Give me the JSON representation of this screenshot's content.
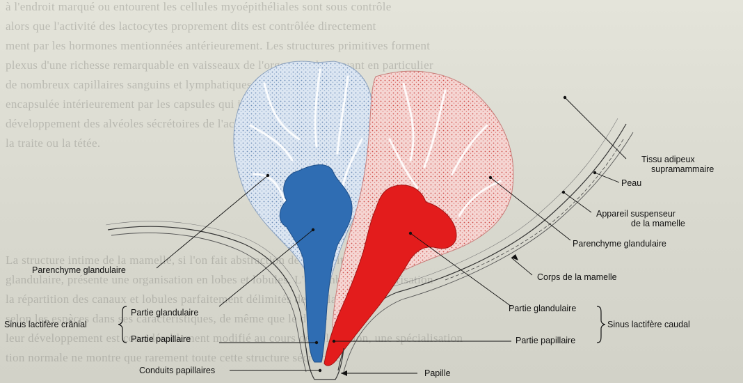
{
  "background_text_lines": [
    "à l'endroit marqué ou entourent les cellules myoépithéliales sont sous contrôle",
    "alors que l'activité des lactocytes proprement dits est contrôlée directement",
    "ment par les hormones mentionnées antérieurement. Les structures primitives forment",
    "plexus d'une richesse remarquable en vaisseaux de l'organe et desservant en particulier",
    "de nombreux capillaires sanguins et lymphatiques de la mamelle et",
    "encapsulée intérieurement par les capsules qui jouent un rôle important dans",
    "développement des alvéoles sécrétoires de l'activité glandulaire lors",
    "la traite ou la tétée.",
    "La structure intime de la mamelle, si l'on fait abstraction de leur épithélium",
    "glandulaire, présente une organisation en lobes et lobules. L'ensemble de l'arborisation",
    "la répartition des canaux et lobules parfaitement délimités de la glande varie",
    "selon les espèces dans ses caractéristiques, de même que le degré",
    "leur développement est considérablement modifié au cours de la lactation, une spécialisation",
    "tion normale ne montre que rarement toute cette structure sécrétoire"
  ],
  "labels": {
    "tissu_adipeux_1": "Tissu adipeux",
    "tissu_adipeux_2": "supramammaire",
    "peau": "Peau",
    "appareil_1": "Appareil suspenseur",
    "appareil_2": "de la mamelle",
    "parenchyme_right": "Parenchyme glandulaire",
    "parenchyme_left": "Parenchyme glandulaire",
    "corps": "Corps de la mamelle",
    "partie_gland_left": "Partie glandulaire",
    "partie_pap_left": "Partie papillaire",
    "sinus_cranial": "Sinus lactifère crânial",
    "partie_gland_right": "Partie glandulaire",
    "partie_pap_right": "Partie papillaire",
    "sinus_caudal": "Sinus lactifère caudal",
    "conduits": "Conduits papillaires",
    "papille": "Papille"
  },
  "colors": {
    "cranial_sinus": "#2f6db3",
    "caudal_sinus": "#e31c1c",
    "cranial_parenchyma": "#c9d9ec",
    "caudal_parenchyma": "#f1c7c4",
    "leader_line": "#111111"
  }
}
